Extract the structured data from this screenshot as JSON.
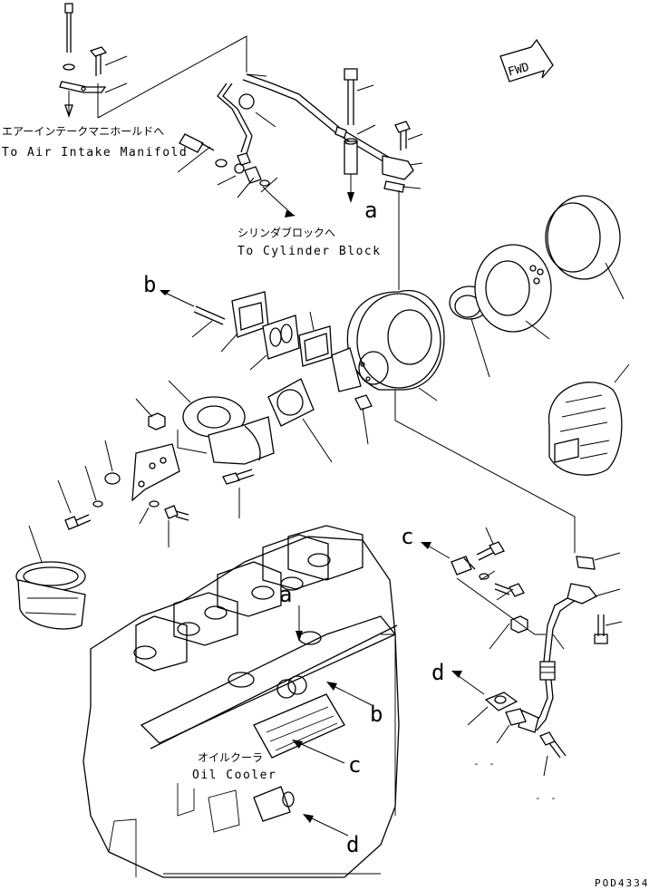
{
  "destinations": {
    "air_intake_jp": "エアーインテークマニホールドへ",
    "air_intake_en": "To Air Intake Manifold",
    "cylinder_block_jp": "シリンダブロックへ",
    "cylinder_block_en": "To Cylinder Block",
    "oil_cooler_jp": "オイルクーラ",
    "oil_cooler_en": "Oil Cooler"
  },
  "direction_badge": "FWD",
  "ref_letters": {
    "a_top": "a",
    "b_left": "b",
    "c_right": "c",
    "d_right": "d",
    "a_engine": "a",
    "b_engine": "b",
    "c_engine": "c",
    "d_engine": "d"
  },
  "dashes": [
    "- -",
    "- -"
  ],
  "drawing_code": "POD4334"
}
